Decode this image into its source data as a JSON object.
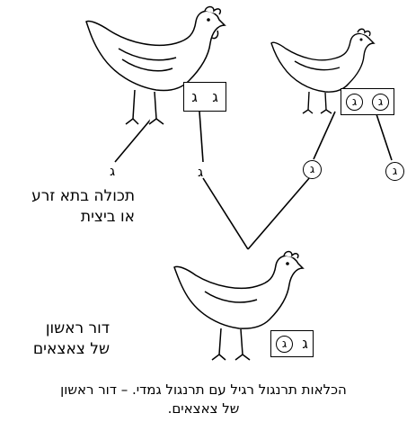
{
  "allele_label": "ג",
  "top_left_hen": {
    "genotype": [
      "ג",
      "ג"
    ]
  },
  "top_right_hen": {
    "genotype": [
      "ג",
      "ג"
    ]
  },
  "bottom_hen": {
    "genotype": [
      "ג",
      "ג"
    ]
  },
  "gametes": {
    "left_outer": "ג",
    "left_inner": "ג",
    "right_inner": "ג",
    "right_outer": "ג"
  },
  "sperm_or_egg_label": {
    "line1": "תכולה בתא זרע",
    "line2": "או ביצית"
  },
  "first_generation_label": {
    "line1": "דור ראשון",
    "line2": "של צאצאים"
  },
  "caption": {
    "line1": "הכלאות תרנגול רגיל עם תרנגול גמדי. – דור ראשון",
    "line2": "של צאצאים."
  }
}
